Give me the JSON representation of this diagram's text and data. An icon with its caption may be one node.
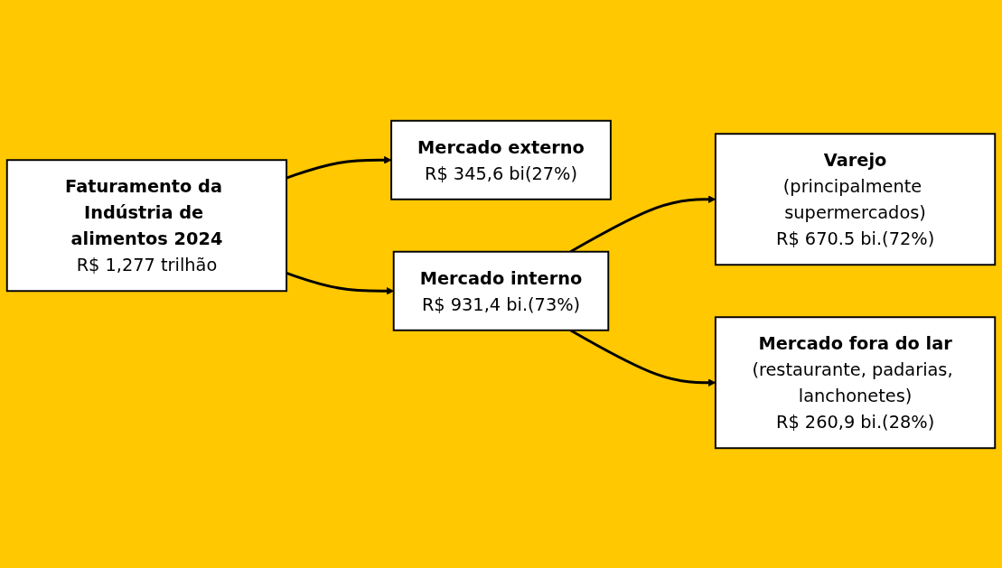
{
  "diagram": {
    "nodes": [
      {
        "text": [
          "Faturamento da Indústria de alimentos 2024",
          "R$ 1,277 trilhão"
        ]
      },
      {
        "text": [
          "Mercado externo",
          "R$ 345,6 bi(27%)"
        ]
      },
      {
        "text": [
          "Mercado interno",
          "R$ 931,4 bi.(73%)"
        ]
      },
      {
        "text": [
          "Varejo",
          "(principalmente supermercados)",
          "R$ 670.5 bi.(72%)"
        ]
      },
      {
        "text": [
          "Mercado fora do lar",
          "(restaurante, padarias, lanchonetes)",
          "R$ 260,9 bi.(28%)"
        ]
      }
    ],
    "edges": [
      {
        "from": 0,
        "to": 1,
        "arrow": "to"
      },
      {
        "from": 0,
        "to": 2,
        "arrow": "to"
      },
      {
        "from": 2,
        "to": 3,
        "arrow": "to"
      },
      {
        "from": 2,
        "to": 4,
        "arrow": "to"
      }
    ]
  }
}
